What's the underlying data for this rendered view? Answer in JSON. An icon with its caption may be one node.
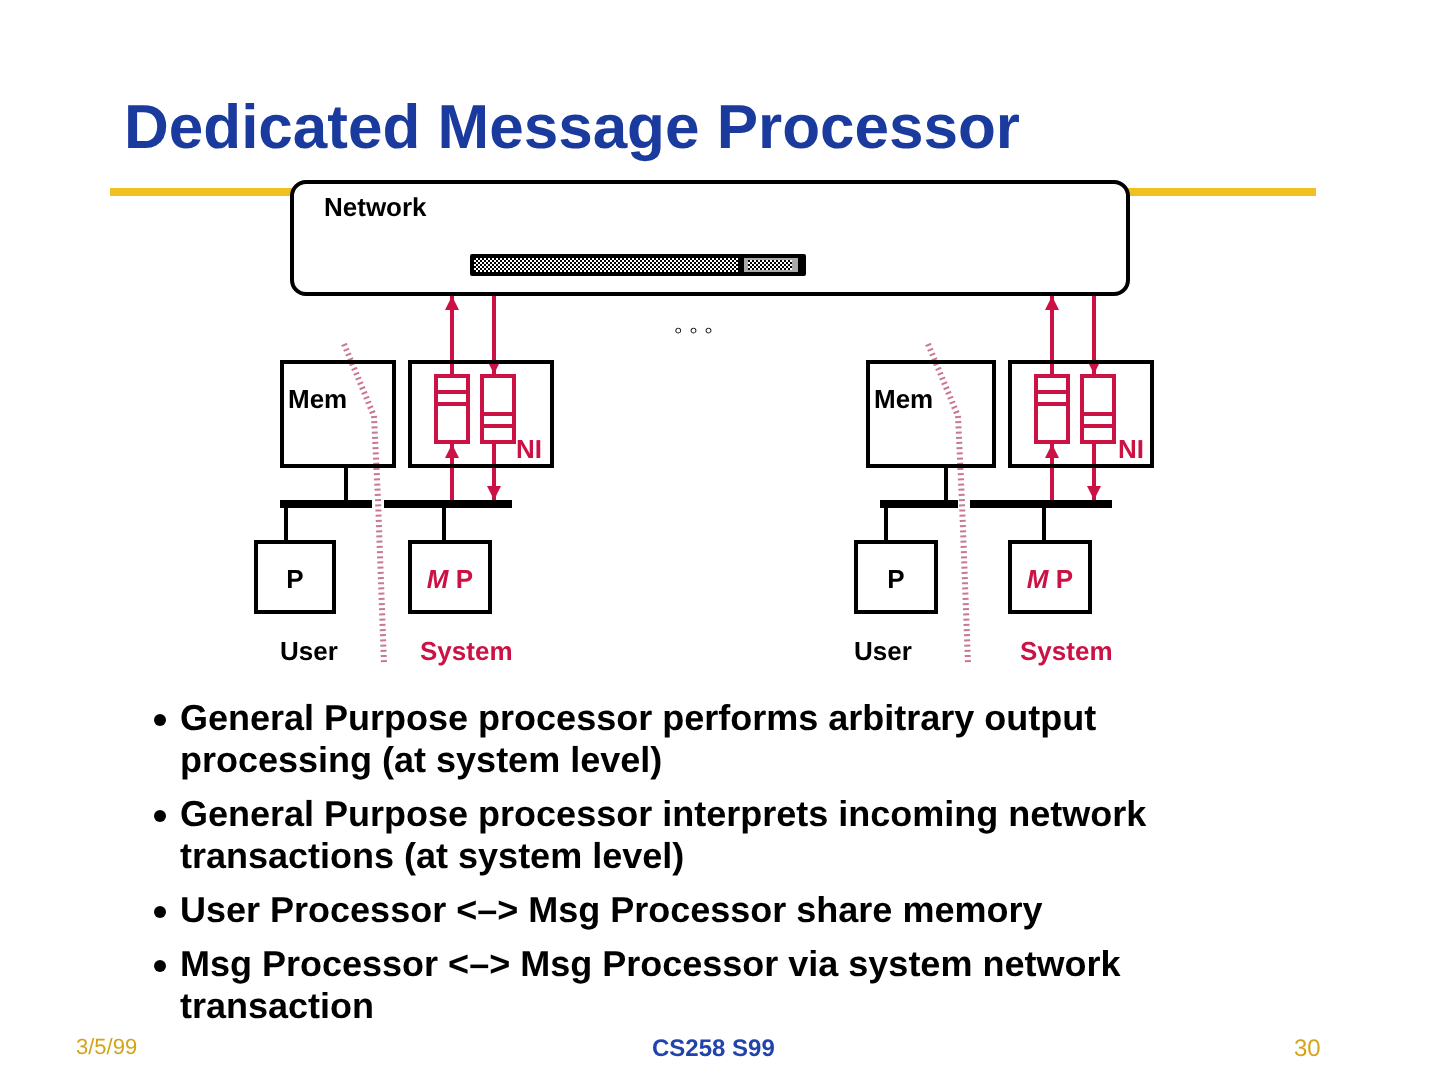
{
  "diagram": {
    "title": "Dedicated Message Processor",
    "nodes": [
      {
        "text": [
          "Network"
        ]
      },
      {
        "text": [
          "Mem"
        ]
      },
      {
        "text": [
          "NI"
        ]
      },
      {
        "text": [],
        "shape": "box",
        "in": 2
      },
      {
        "text": [],
        "shape": "box",
        "in": 2
      },
      {
        "text": [],
        "shape": "bar"
      },
      {
        "text": [
          "P"
        ]
      },
      {
        "text": [
          "*M* P"
        ]
      },
      {
        "text": [
          "Mem"
        ]
      },
      {
        "text": [
          "NI"
        ]
      },
      {
        "text": [],
        "shape": "box",
        "in": 9
      },
      {
        "text": [],
        "shape": "box",
        "in": 9
      },
      {
        "text": [],
        "shape": "bar"
      },
      {
        "text": [
          "P"
        ]
      },
      {
        "text": [
          "*M* P"
        ]
      }
    ],
    "edges": [
      {
        "from": 1,
        "to": 5,
        "arrow": "none",
        "color": "#000000"
      },
      {
        "from": 5,
        "to": 6,
        "arrow": "none",
        "color": "#000000"
      },
      {
        "from": 5,
        "to": 7,
        "arrow": "none",
        "color": "#000000"
      },
      {
        "from": 5,
        "to": 3,
        "arrow": "to"
      },
      {
        "from": 3,
        "to": 0,
        "arrow": "to"
      },
      {
        "from": 0,
        "to": 4,
        "arrow": "to"
      },
      {
        "from": 4,
        "to": 5,
        "arrow": "to"
      },
      {
        "from": 8,
        "to": 12,
        "arrow": "none",
        "color": "#000000"
      },
      {
        "from": 12,
        "to": 13,
        "arrow": "none",
        "color": "#000000"
      },
      {
        "from": 12,
        "to": 14,
        "arrow": "none",
        "color": "#000000"
      },
      {
        "from": 12,
        "to": 10,
        "arrow": "to"
      },
      {
        "from": 10,
        "to": 0,
        "arrow": "to"
      },
      {
        "from": 0,
        "to": 11,
        "arrow": "to"
      },
      {
        "from": 11,
        "to": 12,
        "arrow": "to"
      }
    ],
    "labels": [
      "◦ ◦ ◦",
      "User",
      "System",
      "User",
      "System",
      "General Purpose processor performs arbitrary output processing (at system level)",
      "General Purpose processor interprets incoming network transactions (at system level)",
      "User Processor <–> Msg Processor share memory",
      "Msg Processor <–> Msg Processor via system network transaction",
      "3/5/99",
      "CS258 S99",
      "30"
    ]
  }
}
